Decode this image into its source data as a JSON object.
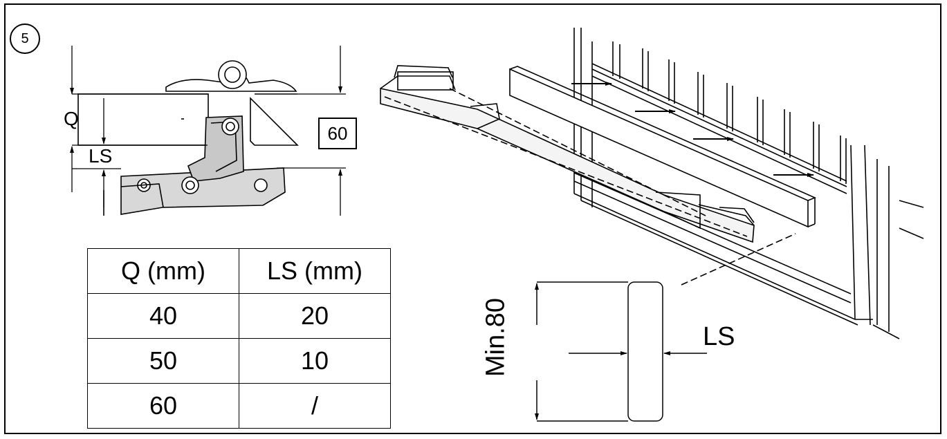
{
  "step": {
    "number": "5"
  },
  "detail": {
    "q_label": "Q",
    "ls_label": "LS",
    "height_value": "60"
  },
  "spec_table": {
    "headers": [
      "Q (mm)",
      "LS (mm)"
    ],
    "rows": [
      [
        "40",
        "20"
      ],
      [
        "50",
        "10"
      ],
      [
        "60",
        "/"
      ]
    ]
  },
  "section": {
    "min_label": "Min.80",
    "ls_label": "LS"
  }
}
